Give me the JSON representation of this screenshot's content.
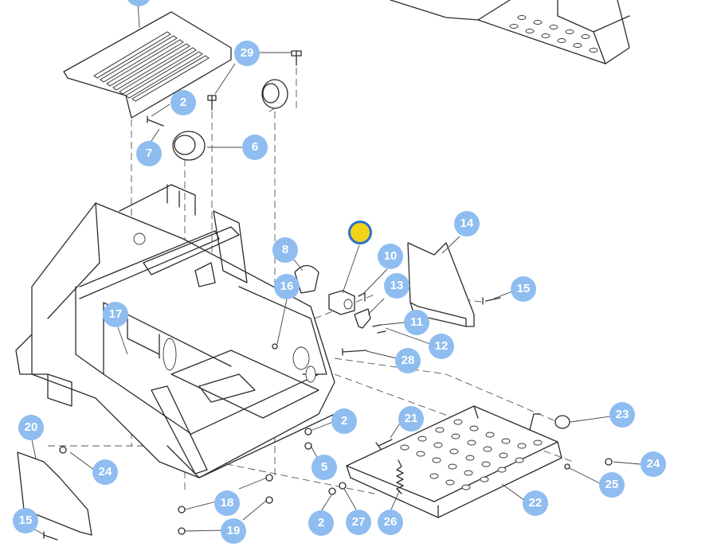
{
  "callouts": [
    {
      "id": "c29",
      "label": "29"
    },
    {
      "id": "c2a",
      "label": "2"
    },
    {
      "id": "c7",
      "label": "7"
    },
    {
      "id": "c6",
      "label": "6"
    },
    {
      "id": "c8",
      "label": "8"
    },
    {
      "id": "c16",
      "label": "16"
    },
    {
      "id": "c17",
      "label": "17"
    },
    {
      "id": "c10",
      "label": "10"
    },
    {
      "id": "c13",
      "label": "13"
    },
    {
      "id": "c14",
      "label": "14"
    },
    {
      "id": "c15a",
      "label": "15"
    },
    {
      "id": "c11",
      "label": "11"
    },
    {
      "id": "c12",
      "label": "12"
    },
    {
      "id": "c28",
      "label": "28"
    },
    {
      "id": "c20",
      "label": "20"
    },
    {
      "id": "c24a",
      "label": "24"
    },
    {
      "id": "c2b",
      "label": "2"
    },
    {
      "id": "c21",
      "label": "21"
    },
    {
      "id": "c23",
      "label": "23"
    },
    {
      "id": "c5",
      "label": "5"
    },
    {
      "id": "c24b",
      "label": "24"
    },
    {
      "id": "c25",
      "label": "25"
    },
    {
      "id": "c18",
      "label": "18"
    },
    {
      "id": "c22",
      "label": "22"
    },
    {
      "id": "c15b",
      "label": "15"
    },
    {
      "id": "c19",
      "label": "19"
    },
    {
      "id": "c2c",
      "label": "2"
    },
    {
      "id": "c27",
      "label": "27"
    },
    {
      "id": "c26",
      "label": "26"
    }
  ],
  "colors": {
    "callout_fill": "#8fbdf0",
    "callout_text": "#ffffff",
    "marker_fill": "#f3d21a",
    "marker_ring": "#2a73c9",
    "line": "#2b2b2b"
  }
}
